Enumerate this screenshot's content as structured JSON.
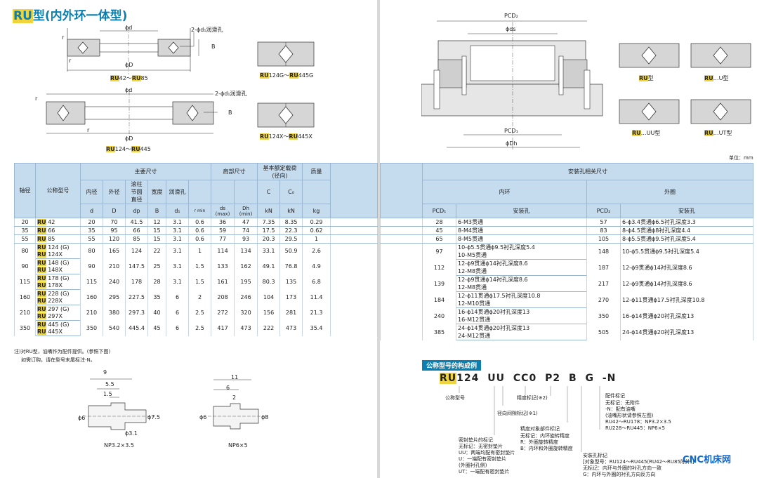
{
  "colors": {
    "accent_blue": "#0a7fb0",
    "highlight_yellow": "#f0d43a",
    "header_fill": "#c5dbee",
    "watermark_blue": "#0a66d0"
  },
  "title": {
    "prefix": "RU",
    "rest": "型(内外环一体型)"
  },
  "diagrams": {
    "top": {
      "d": "ϕd",
      "D": "ϕD",
      "r1": "r",
      "r2": "r",
      "B": "B",
      "hole": "2-ϕd₁润滑孔",
      "caption_a": "RU",
      "caption_b": "42～",
      "caption_c": "RU",
      "caption_d": "85"
    },
    "mid": {
      "d": "ϕd",
      "D": "ϕD",
      "r1": "r",
      "r2": "r",
      "B": "B",
      "hole": "2-ϕd₁润滑孔",
      "caption_a": "RU",
      "caption_b": "124～",
      "caption_c": "RU",
      "caption_d": "445"
    },
    "small_top_caption": {
      "a": "RU",
      "b": "124G～",
      "c": "RU",
      "d": "445G"
    },
    "small_mid_caption": {
      "a": "RU",
      "b": "124X～",
      "c": "RU",
      "d": "445X"
    },
    "right": {
      "pcd2": "PCD₂",
      "ds": "ϕds",
      "pcd1": "PCD₁",
      "dh": "ϕDh"
    },
    "types": [
      {
        "a": "RU",
        "b": "型"
      },
      {
        "a": "RU",
        "b": "…U型"
      },
      {
        "a": "RU",
        "b": "…UU型"
      },
      {
        "a": "RU",
        "b": "…UT型"
      }
    ],
    "unit": "单位：mm"
  },
  "table": {
    "h_shaft": "轴径",
    "h_model": "公称型号",
    "h_main": "主要尺寸",
    "h_shoulder": "肩部尺寸",
    "h_load": "基本额定载荷",
    "h_load2": "(径向)",
    "h_mass": "质量",
    "h_inner_d": "内径",
    "h_outer_d": "外径",
    "h_roller": "滚柱",
    "h_roller2": "节圆",
    "h_roller3": "直径",
    "h_width": "宽度",
    "h_lube": "润滑孔",
    "h_C": "C",
    "h_C0": "C₀",
    "s_d": "d",
    "s_D": "D",
    "s_dp": "dp",
    "s_B": "B",
    "s_d1": "d₁",
    "s_r": "r min",
    "s_ds": "ds",
    "s_ds2": "(max)",
    "s_dh": "Dh",
    "s_dh2": "(min)",
    "s_kN1": "kN",
    "s_kN2": "kN",
    "s_kg": "kg",
    "h_install": "安装孔相关尺寸",
    "h_inner": "内环",
    "h_outer": "外圈",
    "h_pcd1": "PCD₁",
    "h_hole1": "安装孔",
    "h_pcd2": "PCD₂",
    "h_hole2": "安装孔",
    "rows": [
      {
        "shaft": "20",
        "models": [
          "RU 42"
        ],
        "d": "20",
        "D": "70",
        "dp": "41.5",
        "B": "12",
        "d1": "3.1",
        "r": "0.6",
        "ds": "36",
        "dh": "47",
        "C": "7.35",
        "C0": "8.35",
        "kg": "0.29",
        "pcd1": "28",
        "hole1": [
          "6-M3贯通"
        ],
        "pcd2": "57",
        "hole2": "6-ϕ3.4贯通ϕ6.5衬孔深度3.3"
      },
      {
        "shaft": "35",
        "models": [
          "RU 66"
        ],
        "d": "35",
        "D": "95",
        "dp": "66",
        "B": "15",
        "d1": "3.1",
        "r": "0.6",
        "ds": "59",
        "dh": "74",
        "C": "17.5",
        "C0": "22.3",
        "kg": "0.62",
        "pcd1": "45",
        "hole1": [
          "8-M4贯通"
        ],
        "pcd2": "83",
        "hole2": "8-ϕ4.5贯通ϕ8衬孔深度4.4"
      },
      {
        "shaft": "55",
        "models": [
          "RU 85"
        ],
        "d": "55",
        "D": "120",
        "dp": "85",
        "B": "15",
        "d1": "3.1",
        "r": "0.6",
        "ds": "77",
        "dh": "93",
        "C": "20.3",
        "C0": "29.5",
        "kg": "1",
        "pcd1": "65",
        "hole1": [
          "8-M5贯通"
        ],
        "pcd2": "105",
        "hole2": "8-ϕ5.5贯通ϕ9.5衬孔深度5.4"
      },
      {
        "shaft": "80",
        "models": [
          "RU 124 (G)",
          "RU 124X"
        ],
        "d": "80",
        "D": "165",
        "dp": "124",
        "B": "22",
        "d1": "3.1",
        "r": "1",
        "ds": "114",
        "dh": "134",
        "C": "33.1",
        "C0": "50.9",
        "kg": "2.6",
        "pcd1": "97",
        "hole1": [
          "10-ϕ5.5贯通ϕ9.5衬孔深度5.4",
          "10-M5贯通"
        ],
        "pcd2": "148",
        "hole2": "10-ϕ5.5贯通ϕ9.5衬孔深度5.4"
      },
      {
        "shaft": "90",
        "models": [
          "RU 148 (G)",
          "RU 148X"
        ],
        "d": "90",
        "D": "210",
        "dp": "147.5",
        "B": "25",
        "d1": "3.1",
        "r": "1.5",
        "ds": "133",
        "dh": "162",
        "C": "49.1",
        "C0": "76.8",
        "kg": "4.9",
        "pcd1": "112",
        "hole1": [
          "12-ϕ9贯通ϕ14衬孔深度8.6",
          "12-M8贯通"
        ],
        "pcd2": "187",
        "hole2": "12-ϕ9贯通ϕ14衬孔深度8.6"
      },
      {
        "shaft": "115",
        "models": [
          "RU 178 (G)",
          "RU 178X"
        ],
        "d": "115",
        "D": "240",
        "dp": "178",
        "B": "28",
        "d1": "3.1",
        "r": "1.5",
        "ds": "161",
        "dh": "195",
        "C": "80.3",
        "C0": "135",
        "kg": "6.8",
        "pcd1": "139",
        "hole1": [
          "12-ϕ9贯通ϕ14衬孔深度8.6",
          "12-M8贯通"
        ],
        "pcd2": "217",
        "hole2": "12-ϕ9贯通ϕ14衬孔深度8.6"
      },
      {
        "shaft": "160",
        "models": [
          "RU 228 (G)",
          "RU 228X"
        ],
        "d": "160",
        "D": "295",
        "dp": "227.5",
        "B": "35",
        "d1": "6",
        "r": "2",
        "ds": "208",
        "dh": "246",
        "C": "104",
        "C0": "173",
        "kg": "11.4",
        "pcd1": "184",
        "hole1": [
          "12-ϕ11贯通ϕ17.5衬孔深度10.8",
          "12-M10贯通"
        ],
        "pcd2": "270",
        "hole2": "12-ϕ11贯通ϕ17.5衬孔深度10.8"
      },
      {
        "shaft": "210",
        "models": [
          "RU 297 (G)",
          "RU 297X"
        ],
        "d": "210",
        "D": "380",
        "dp": "297.3",
        "B": "40",
        "d1": "6",
        "r": "2.5",
        "ds": "272",
        "dh": "320",
        "C": "156",
        "C0": "281",
        "kg": "21.3",
        "pcd1": "240",
        "hole1": [
          "16-ϕ14贯通ϕ20衬孔深度13",
          "16-M12贯通"
        ],
        "pcd2": "350",
        "hole2": "16-ϕ14贯通ϕ20衬孔深度13"
      },
      {
        "shaft": "350",
        "models": [
          "RU 445 (G)",
          "RU 445X"
        ],
        "d": "350",
        "D": "540",
        "dp": "445.4",
        "B": "45",
        "d1": "6",
        "r": "2.5",
        "ds": "417",
        "dh": "473",
        "C": "222",
        "C0": "473",
        "kg": "35.4",
        "pcd1": "385",
        "hole1": [
          "24-ϕ14贯通ϕ20衬孔深度13",
          "24-M12贯通"
        ],
        "pcd2": "505",
        "hole2": "24-ϕ14贯通ϕ20衬孔深度13"
      }
    ]
  },
  "notes": {
    "line1": "注)对RU型，油嘴作为配件提供。(参照下图)",
    "line2": "如需订购，请在型号末尾标注-N。"
  },
  "nipples": {
    "np32": {
      "d9": "9",
      "d55": "5.5",
      "d15": "1.5",
      "phi6": "ϕ6",
      "phi75": "ϕ7.5",
      "phi31": "ϕ3.1",
      "caption": "NP3.2×3.5"
    },
    "np6": {
      "d11": "11",
      "d6": "6",
      "d2": "2",
      "phi6": "ϕ6",
      "phi8": "ϕ8",
      "caption": "NP6×5"
    }
  },
  "code_example": {
    "title": "公称型号的构成例",
    "code_ru": "RU",
    "code_parts": [
      "124",
      "UU",
      "CC0",
      "P2",
      "B",
      "G",
      "-N"
    ],
    "l_model": "公称型号",
    "l_clearance": "径向间隙标记(※1)",
    "l_precision": "精度标记(※2)",
    "l_seal": "密封垫片的标记",
    "seal_lines": [
      "无标记：无密封垫片",
      "UU：两端均配有密封垫片",
      "U：一端配有密封垫片",
      "(外圈衬孔侧)",
      "UT：一端配有密封垫片"
    ],
    "l_target": "精度对象部件标记",
    "target_lines": [
      "无标记：内环旋转精度",
      "R：外圈旋转精度",
      "B：内环和外圈旋转精度"
    ],
    "l_nipple": "配件标记",
    "nipple_lines": [
      "无标记：无附件",
      "-N：配有油嘴",
      "(油嘴形状请参照左图)",
      "RU42～RU178：NP3.2×3.5",
      "RU228～RU445：NP6×5"
    ],
    "l_install": "安装孔标记",
    "install_lines": [
      "[对象型号：RU124～RU445(RU42～RU85除外)]",
      "无标记：内环与外圈的衬孔方向一致",
      "G：内环与外圈的衬孔方向反方向"
    ]
  },
  "watermark": "CNC机床网"
}
